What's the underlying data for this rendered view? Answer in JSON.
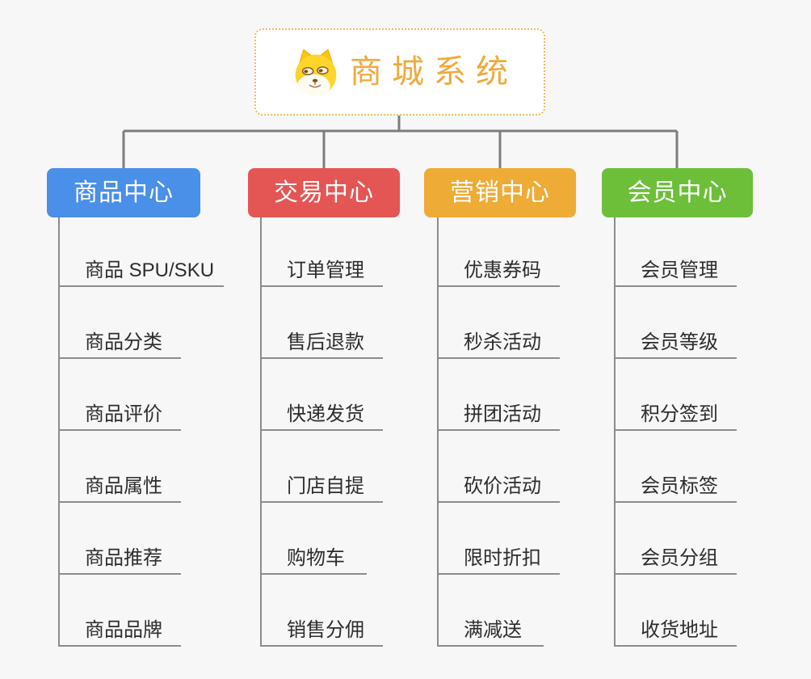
{
  "root": {
    "label": "商城系统",
    "icon": "doge-icon"
  },
  "branches": [
    {
      "label": "商品中心",
      "color": "#4a8fe8",
      "items": [
        "商品 SPU/SKU",
        "商品分类",
        "商品评价",
        "商品属性",
        "商品推荐",
        "商品品牌"
      ]
    },
    {
      "label": "交易中心",
      "color": "#e45654",
      "items": [
        "订单管理",
        "售后退款",
        "快递发货",
        "门店自提",
        "购物车",
        "销售分佣"
      ]
    },
    {
      "label": "营销中心",
      "color": "#eeab35",
      "items": [
        "优惠券码",
        "秒杀活动",
        "拼团活动",
        "砍价活动",
        "限时折扣",
        "满减送"
      ]
    },
    {
      "label": "会员中心",
      "color": "#6dbf3a",
      "items": [
        "会员管理",
        "会员等级",
        "积分签到",
        "会员标签",
        "会员分组",
        "收货地址"
      ]
    }
  ],
  "style": {
    "background": "#f7f7f7",
    "connector_line_color": "#7d7d7d",
    "leaf_line_color": "#8c8c8c",
    "leaf_text_color": "#2d2d2d",
    "root_text_color": "#f0a93c",
    "root_border_color": "#f2b95f",
    "branch_text_color": "#ffffff"
  }
}
